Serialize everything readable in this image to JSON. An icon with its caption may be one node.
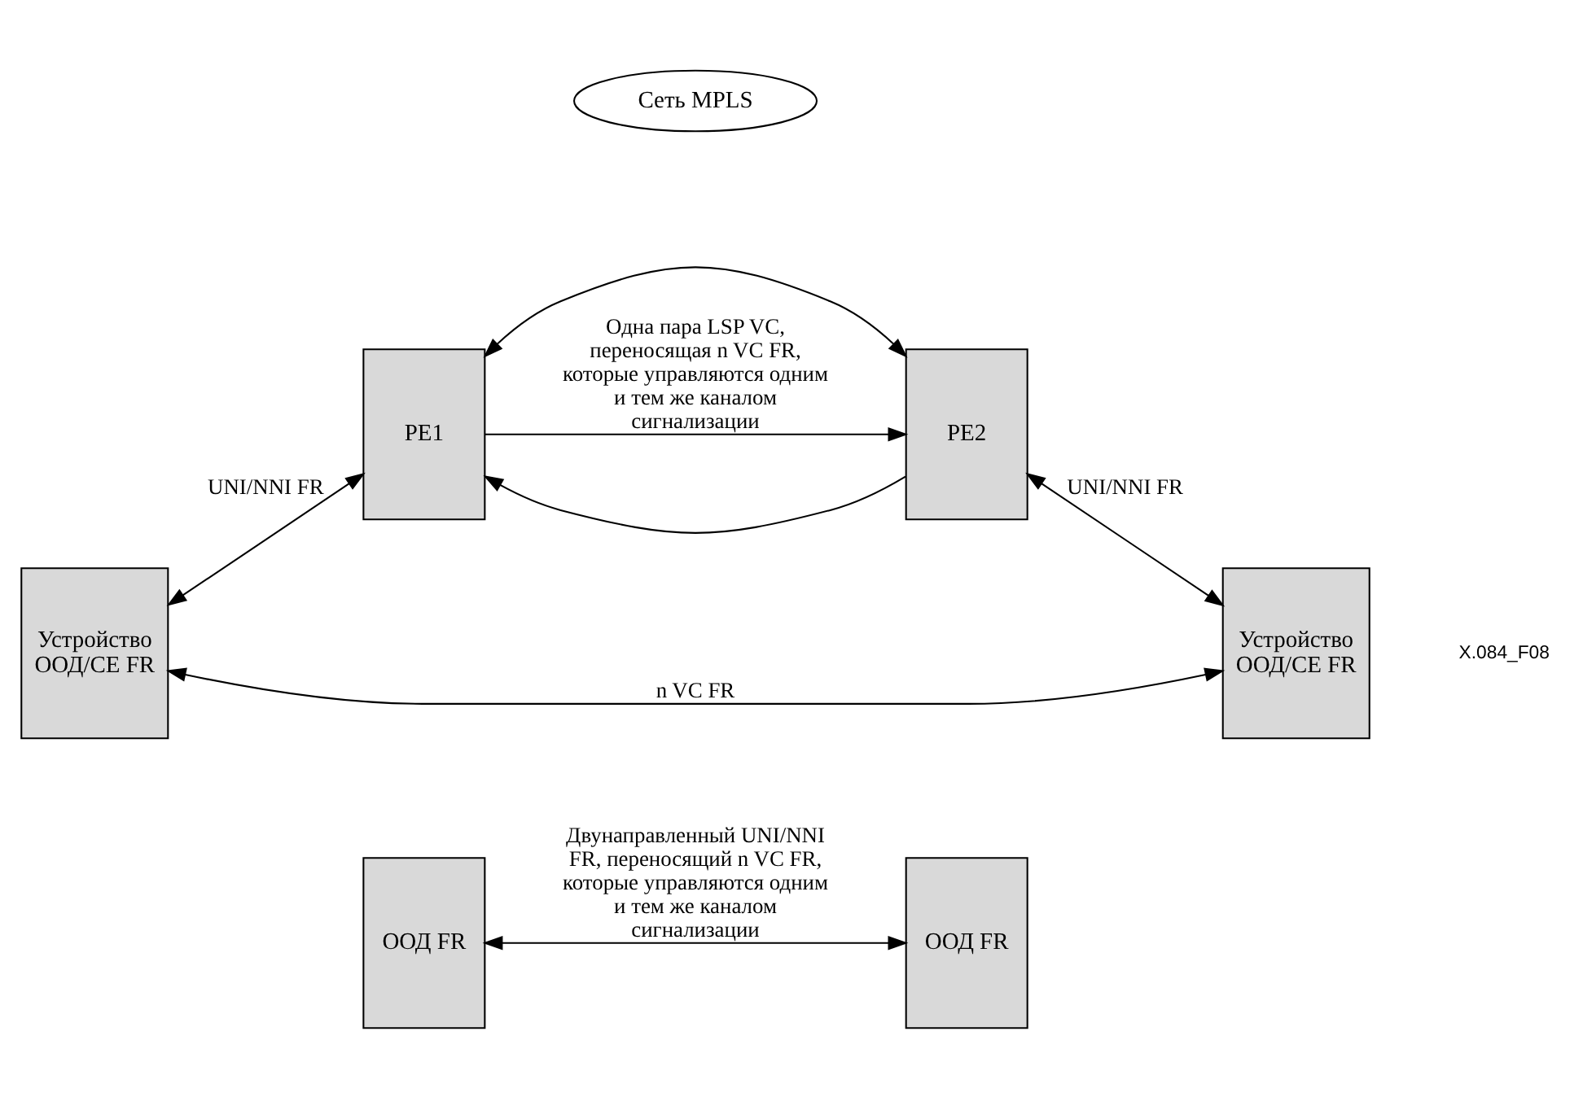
{
  "diagram": {
    "nodes": [
      {
        "text": [
          "ООД FR"
        ]
      },
      {
        "text": [
          "ООД FR"
        ]
      },
      {
        "text": [
          "Сеть MPLS"
        ]
      },
      {
        "text": [
          "Устройство ООД/CE FR"
        ]
      },
      {
        "text": [
          "PE1"
        ]
      },
      {
        "text": [
          "PE2"
        ]
      },
      {
        "text": [
          "Устройство ООД/CE FR"
        ]
      }
    ],
    "edges": [
      {
        "from": 0,
        "to": 1,
        "arrow": "both",
        "label": "Двунаправленный UNI/NNI FR, переносящий n VC FR, которые управляются одним и тем же каналом сигнализации"
      },
      {
        "from": 4,
        "to": 5,
        "arrow": "both"
      },
      {
        "from": 3,
        "to": 4,
        "arrow": "both",
        "label": "UNI/NNI FR"
      },
      {
        "from": 5,
        "to": 4,
        "arrow": "to"
      },
      {
        "from": 4,
        "to": 5,
        "arrow": "to",
        "label": "Одна пара LSP VC, переносящая n VC FR, которые управляются одним и тем же каналом сигнализации"
      },
      {
        "from": 5,
        "to": 6,
        "arrow": "both",
        "label": "UNI/NNI FR"
      },
      {
        "from": 3,
        "to": 6,
        "arrow": "both",
        "label": "n VC FR"
      }
    ],
    "labels": [
      "X.084_F08"
    ]
  }
}
